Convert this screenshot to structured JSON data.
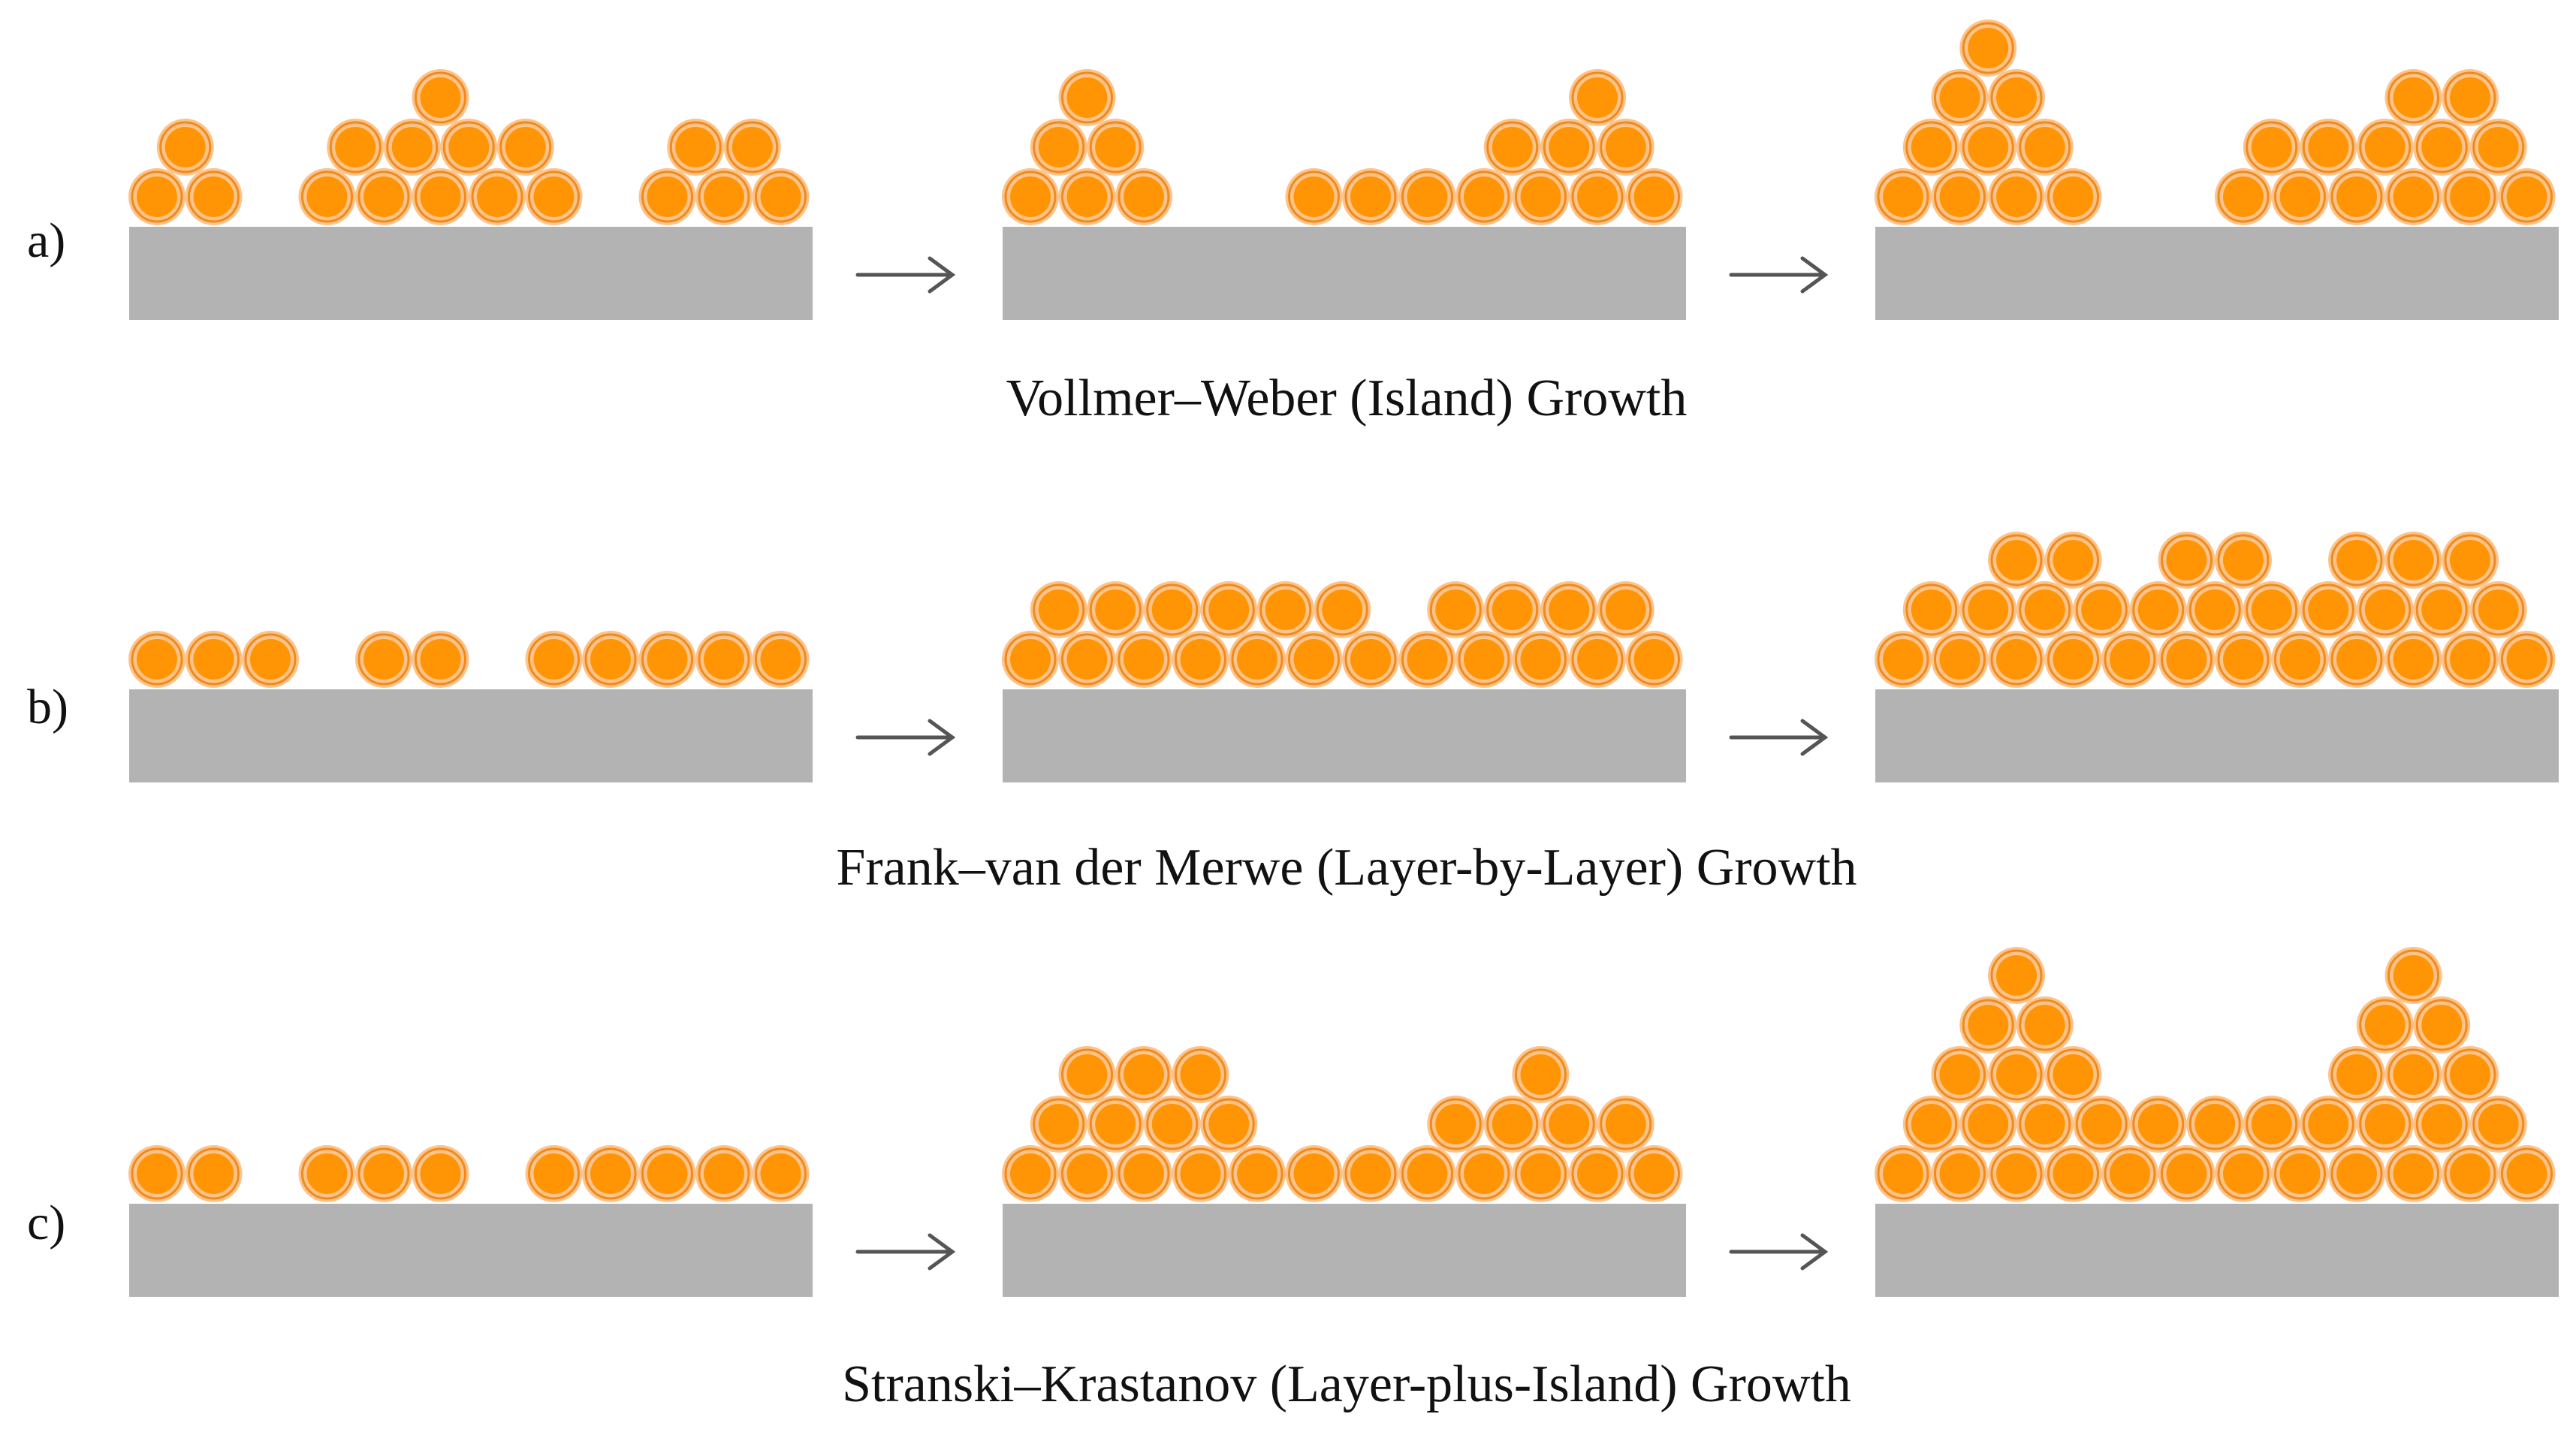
{
  "colors": {
    "particle_outer": "#fcc38a",
    "particle_ring": "#f08a1c",
    "particle_core": "#ff9505",
    "substrate": "#b3b3b3",
    "arrow": "#555555",
    "text": "#111111"
  },
  "arrow_icon": "right-arrow-icon",
  "rows": [
    {
      "label": "a)",
      "caption": "Vollmer–Weber (Island) Growth",
      "stages": [
        {
          "layers": [
            [
              0,
              1,
              3,
              4,
              5,
              6,
              7,
              9,
              10,
              11
            ],
            [
              0.5,
              3.5,
              4.5,
              5.5,
              6.5,
              9.5,
              10.5
            ],
            [
              5
            ]
          ]
        },
        {
          "layers": [
            [
              0,
              1,
              2,
              5,
              6,
              7,
              8,
              9,
              10,
              11
            ],
            [
              0.5,
              1.5,
              8.5,
              9.5,
              10.5
            ],
            [
              1,
              10
            ]
          ]
        },
        {
          "layers": [
            [
              0,
              1,
              2,
              3,
              6,
              7,
              8,
              9,
              10,
              11
            ],
            [
              0.5,
              1.5,
              2.5,
              6.5,
              7.5,
              8.5,
              9.5,
              10.5
            ],
            [
              1,
              2,
              9,
              10
            ],
            [
              1.5
            ]
          ]
        }
      ]
    },
    {
      "label": "b)",
      "caption": "Frank–van der Merwe (Layer-by-Layer) Growth",
      "stages": [
        {
          "layers": [
            [
              0,
              1,
              2,
              4,
              5,
              7,
              8,
              9,
              10,
              11
            ]
          ]
        },
        {
          "layers": [
            [
              0,
              1,
              2,
              3,
              4,
              5,
              6,
              7,
              8,
              9,
              10,
              11
            ],
            [
              0.5,
              1.5,
              2.5,
              3.5,
              4.5,
              5.5,
              7.5,
              8.5,
              9.5,
              10.5
            ]
          ]
        },
        {
          "layers": [
            [
              0,
              1,
              2,
              3,
              4,
              5,
              6,
              7,
              8,
              9,
              10,
              11
            ],
            [
              0.5,
              1.5,
              2.5,
              3.5,
              4.5,
              5.5,
              6.5,
              7.5,
              8.5,
              9.5,
              10.5
            ],
            [
              2,
              3,
              5,
              6,
              8,
              9,
              10
            ]
          ]
        }
      ]
    },
    {
      "label": "c)",
      "caption": "Stranski–Krastanov (Layer-plus-Island) Growth",
      "stages": [
        {
          "layers": [
            [
              0,
              1,
              3,
              4,
              5,
              7,
              8,
              9,
              10,
              11
            ]
          ]
        },
        {
          "layers": [
            [
              0,
              1,
              2,
              3,
              4,
              5,
              6,
              7,
              8,
              9,
              10,
              11
            ],
            [
              0.5,
              1.5,
              2.5,
              3.5,
              7.5,
              8.5,
              9.5,
              10.5
            ],
            [
              1,
              2,
              3,
              9
            ]
          ]
        },
        {
          "layers": [
            [
              0,
              1,
              2,
              3,
              4,
              5,
              6,
              7,
              8,
              9,
              10,
              11
            ],
            [
              0.5,
              1.5,
              2.5,
              3.5,
              4.5,
              5.5,
              6.5,
              7.5,
              8.5,
              9.5,
              10.5
            ],
            [
              1,
              2,
              3,
              8,
              9,
              10
            ],
            [
              1.5,
              2.5,
              8.5,
              9.5
            ],
            [
              2,
              9
            ]
          ]
        }
      ]
    }
  ]
}
